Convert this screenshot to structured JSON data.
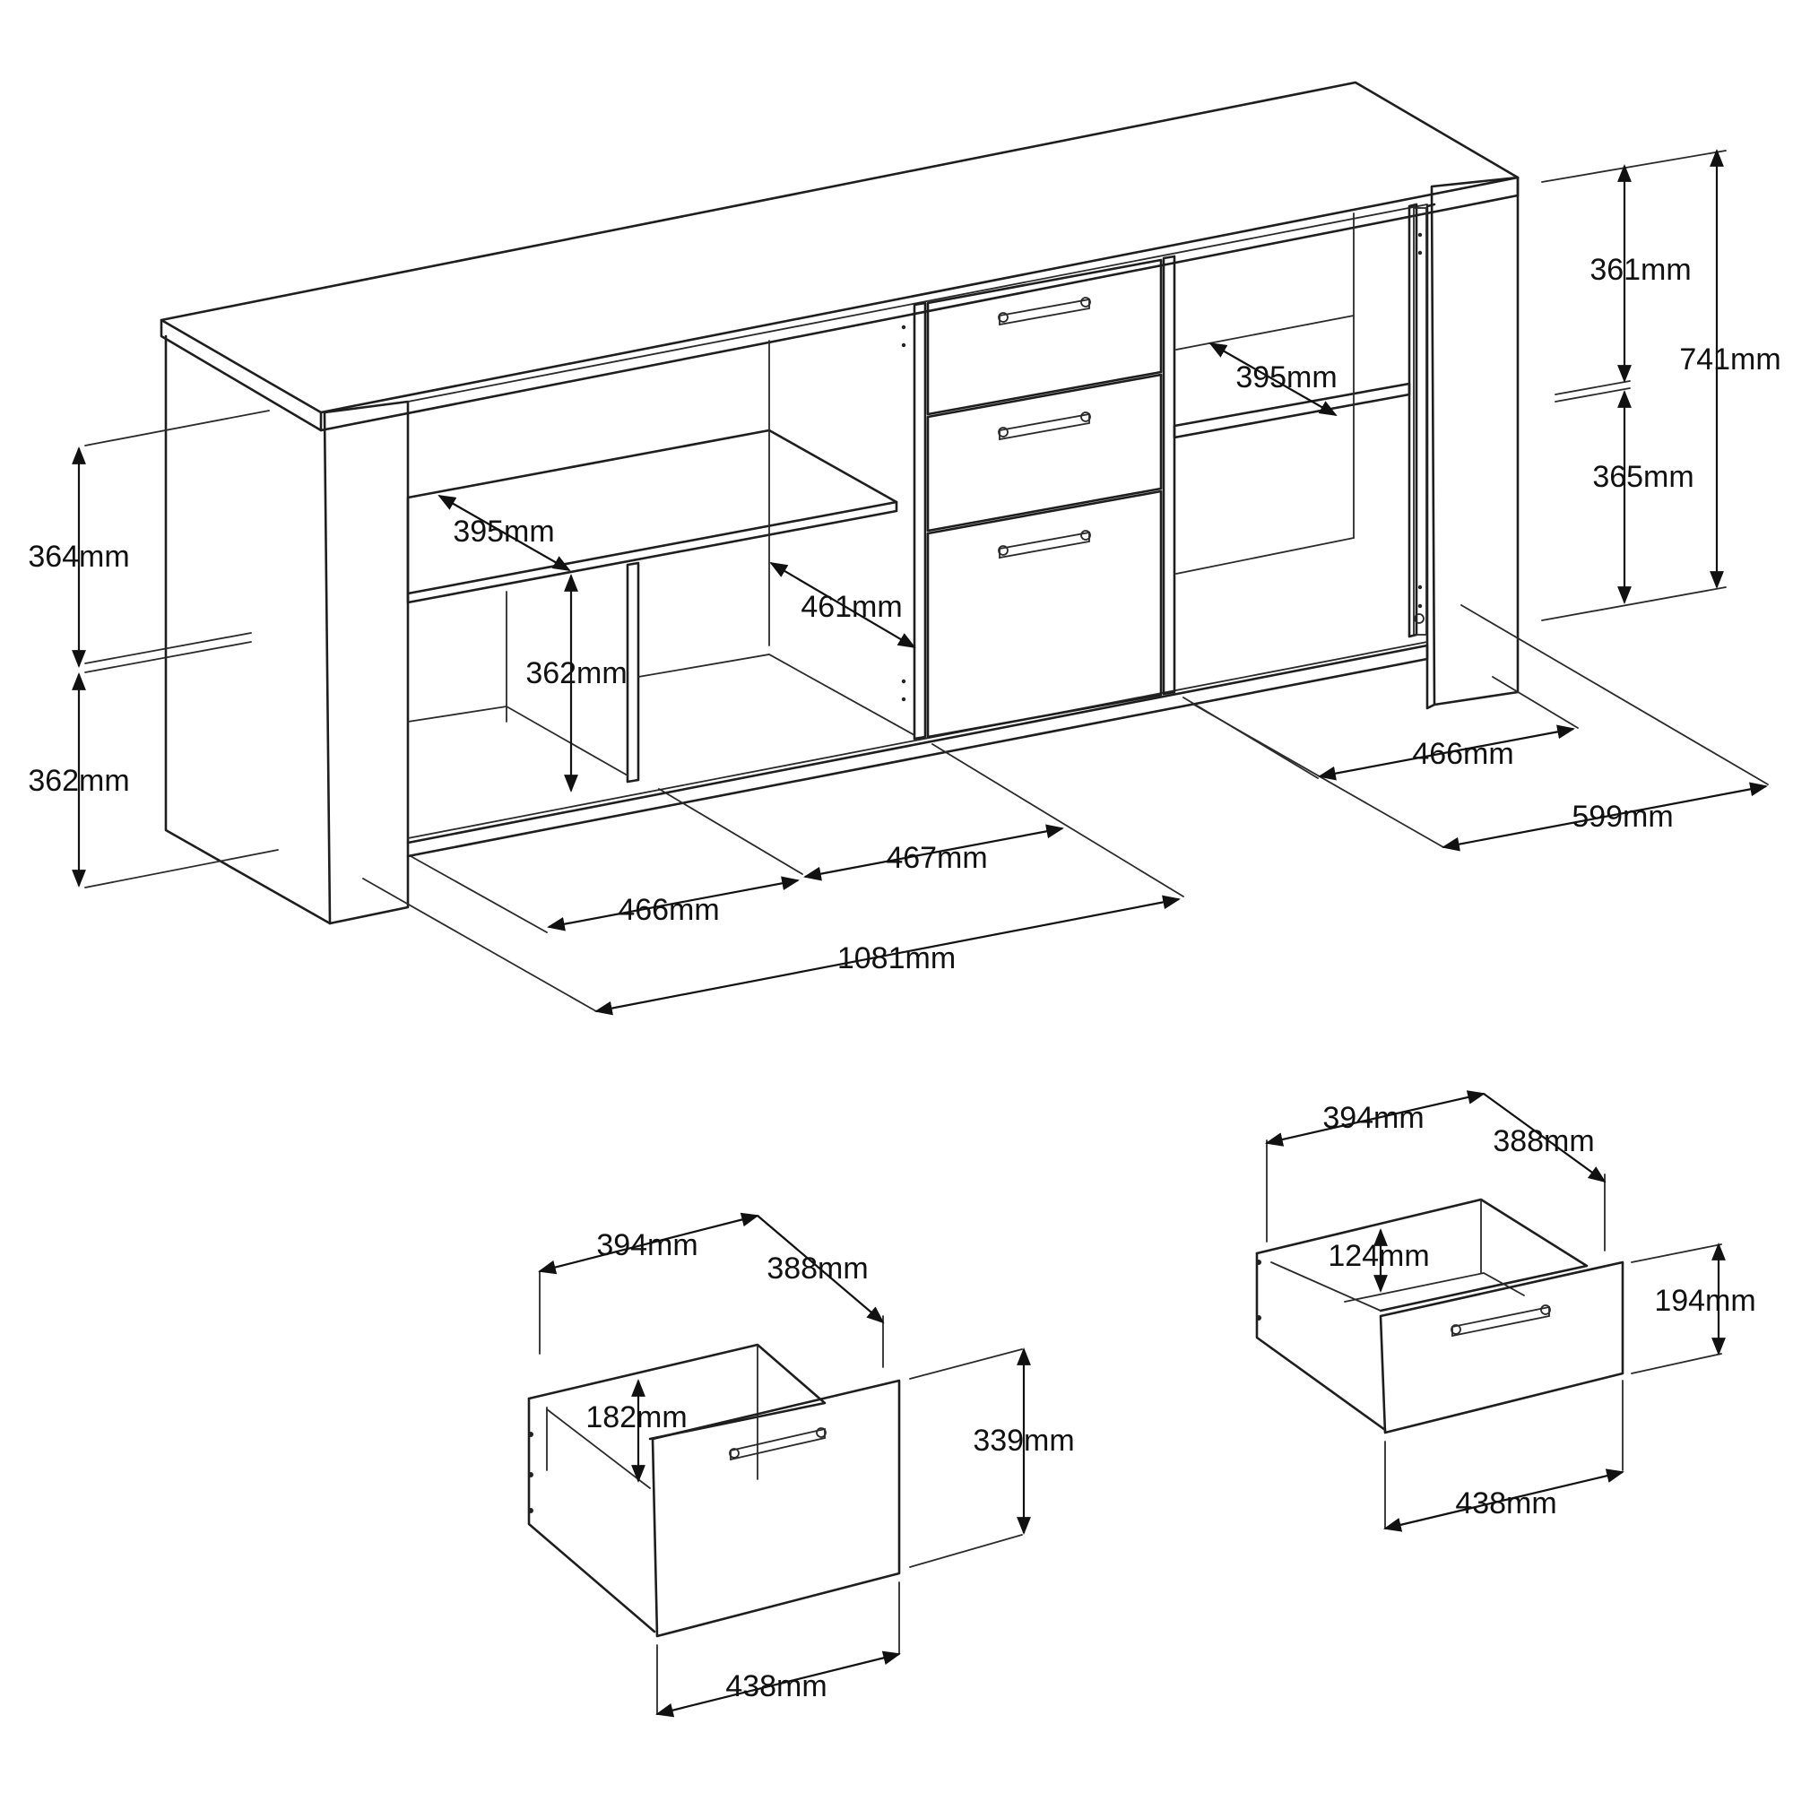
{
  "dimensions": {
    "left_upper_height": "364mm",
    "left_lower_height": "362mm",
    "shelf_depth_left": "395mm",
    "lower_compartment_height": "362mm",
    "inner_depth": "461mm",
    "bottom_left_width": "466mm",
    "bottom_middle_width": "467mm",
    "total_width": "1081mm",
    "right_shelf_depth": "395mm",
    "right_upper_height": "361mm",
    "right_lower_height": "365mm",
    "total_height": "741mm",
    "right_inner_width": "466mm",
    "total_depth": "599mm"
  },
  "drawer_large": {
    "width_top": "394mm",
    "depth": "388mm",
    "inner_height": "182mm",
    "front_height": "339mm",
    "front_width": "438mm"
  },
  "drawer_small": {
    "width_top": "394mm",
    "depth": "388mm",
    "inner_height": "124mm",
    "front_height": "194mm",
    "front_width": "438mm"
  }
}
